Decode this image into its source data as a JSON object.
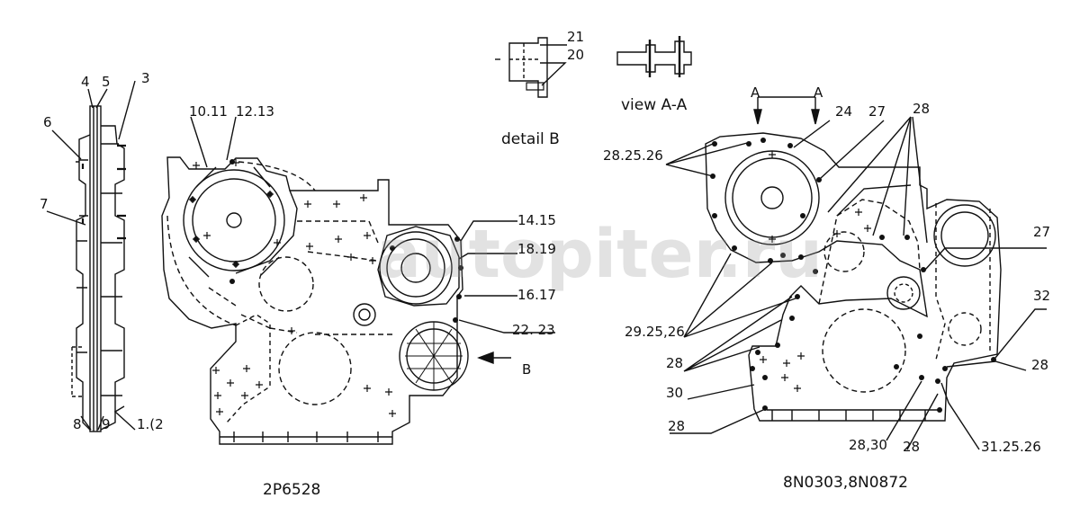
{
  "left_view": {
    "labels": {
      "l4": "4",
      "l5": "5",
      "l3": "3",
      "l6": "6",
      "l7": "7",
      "l8": "8",
      "l9": "9",
      "l1_2": "1.(2"
    }
  },
  "center_view": {
    "labels": {
      "l10_11": "10.11",
      "l12_13": "12.13",
      "l14_15": "14.15",
      "l18_19": "18.19",
      "l16_17": "16.17",
      "l22_23": "22. 23",
      "lB": "B"
    },
    "caption": "2P6528"
  },
  "detail_b": {
    "labels": {
      "l21": "21",
      "l20": "20"
    },
    "caption": "detail B"
  },
  "view_aa": {
    "caption": "view A-A"
  },
  "right_view": {
    "labels": {
      "lA1": "A",
      "lA2": "A",
      "l24": "24",
      "l27a": "27",
      "l28a": "28",
      "l28_25_26": "28.25.26",
      "l27b": "27",
      "l32": "32",
      "l29_25_26": "29.25,26",
      "l28b": "28",
      "l30": "30",
      "l28c": "28",
      "l28d": "28",
      "l28_30": "28,30",
      "l28e": "28",
      "l31_25_26": "31.25.26"
    },
    "caption": "8N0303,8N0872"
  },
  "watermark": {
    "text": "autopiter.ru",
    "color": "#9a9a9a"
  }
}
